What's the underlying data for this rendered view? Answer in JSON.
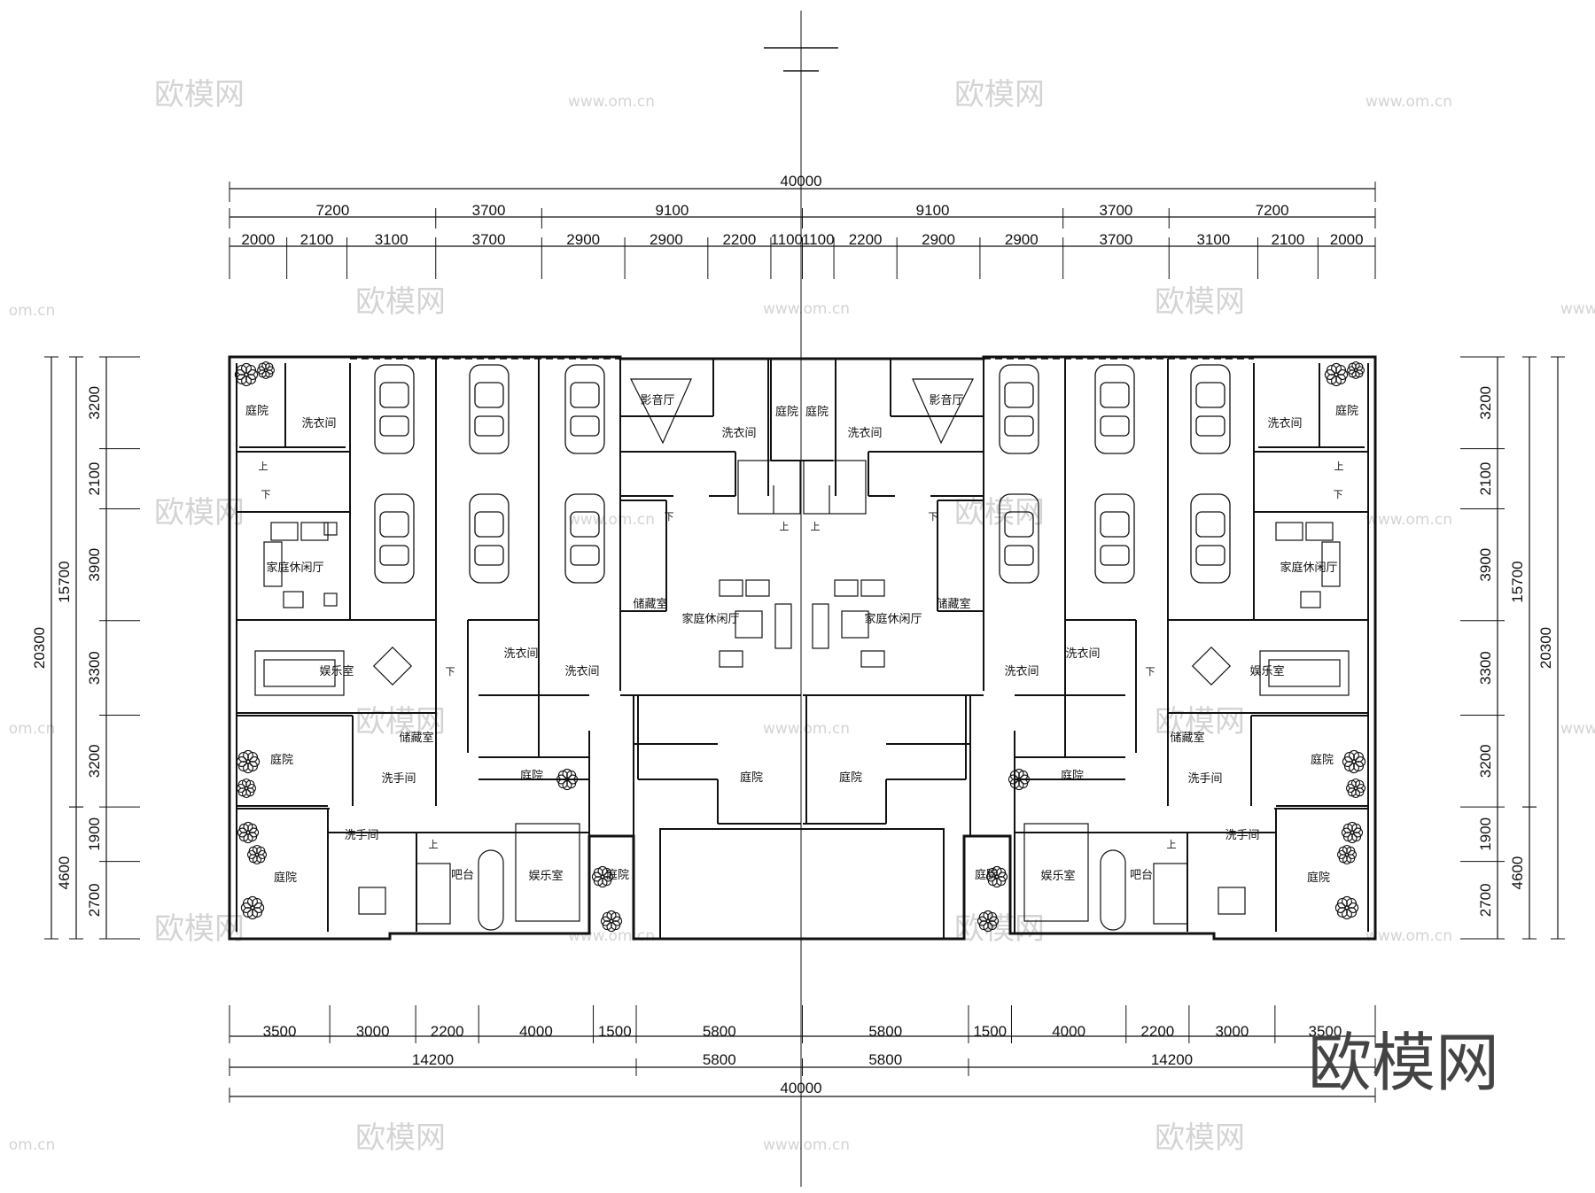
{
  "dimensions": {
    "top_total": "40000",
    "top_row2": [
      "7200",
      "3700",
      "9100",
      "9100",
      "3700",
      "7200"
    ],
    "top_row3": [
      "2000",
      "2100",
      "3100",
      "3700",
      "2900",
      "2900",
      "2200",
      "1100",
      "1100",
      "2200",
      "2900",
      "2900",
      "3700",
      "3100",
      "2100",
      "2000"
    ],
    "bottom_row1": [
      "3500",
      "3000",
      "2200",
      "4000",
      "1500",
      "5800",
      "5800",
      "1500",
      "4000",
      "2200",
      "3000",
      "3500"
    ],
    "bottom_row2": [
      "14200",
      "5800",
      "5800",
      "14200"
    ],
    "bottom_total": "40000",
    "side_outer": "20300",
    "side_mid": "15700",
    "side_lower": "4600",
    "side_inner": [
      "3200",
      "2100",
      "3900",
      "3300",
      "3200",
      "1900",
      "2700"
    ]
  },
  "rooms": {
    "courtyard": "庭院",
    "laundry": "洗衣间",
    "family_lounge": "家庭休闲厅",
    "entertainment": "娱乐室",
    "storage": "储藏室",
    "washroom": "洗手间",
    "bar": "吧台",
    "theater": "影音厅"
  },
  "stairs": {
    "up": "上",
    "down": "下"
  },
  "watermark": {
    "logo_text": "欧模网",
    "url": "www.om.cn",
    "domain_short": "om.cn"
  }
}
